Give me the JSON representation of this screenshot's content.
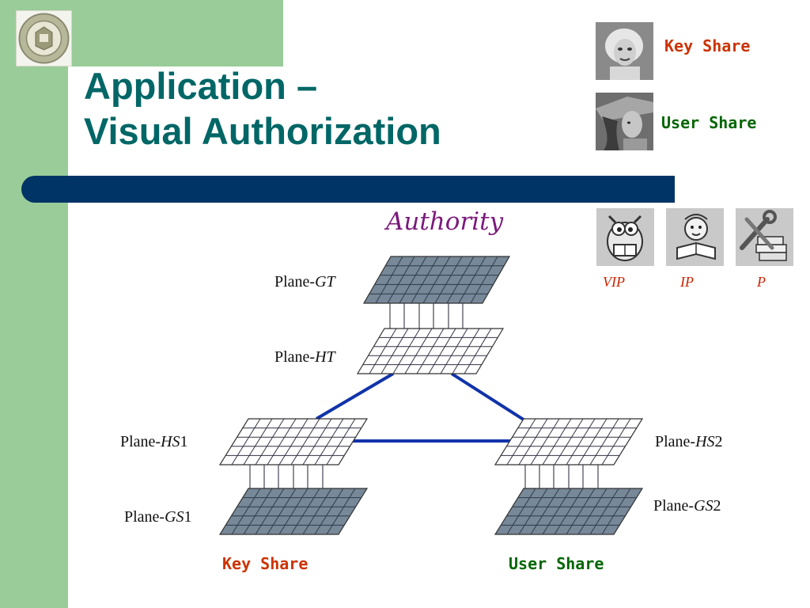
{
  "title": {
    "line1": "Application –",
    "line2": "Visual Authorization"
  },
  "legend": {
    "key_share": "Key Share",
    "user_share": "User Share"
  },
  "authority": "Authority",
  "levels": [
    "VIP",
    "IP",
    "P"
  ],
  "planes": {
    "gt": {
      "prefix": "Plane-",
      "name": "GT",
      "suffix": ""
    },
    "ht": {
      "prefix": "Plane-",
      "name": "HT",
      "suffix": ""
    },
    "hs1": {
      "prefix": "Plane-",
      "name": "HS",
      "suffix": "1"
    },
    "gs1": {
      "prefix": "Plane-",
      "name": "GS",
      "suffix": "1"
    },
    "hs2": {
      "prefix": "Plane-",
      "name": "HS",
      "suffix": "2"
    },
    "gs2": {
      "prefix": "Plane-",
      "name": "GS",
      "suffix": "2"
    }
  },
  "bottom": {
    "key_share": "Key Share",
    "user_share": "User Share"
  },
  "colors": {
    "title": "#006666",
    "sidebar": "#99cc99",
    "bar": "#003366",
    "key_share": "#cc3300",
    "user_share": "#006600",
    "authority": "#7b1a7b",
    "connector": "#1133aa",
    "shaded_grid": "#778899"
  },
  "icons": [
    "university-seal-icon",
    "portrait-photo-icon",
    "hat-photo-icon",
    "owl-reading-icon",
    "cartoon-reading-icon",
    "wrench-books-icon"
  ]
}
